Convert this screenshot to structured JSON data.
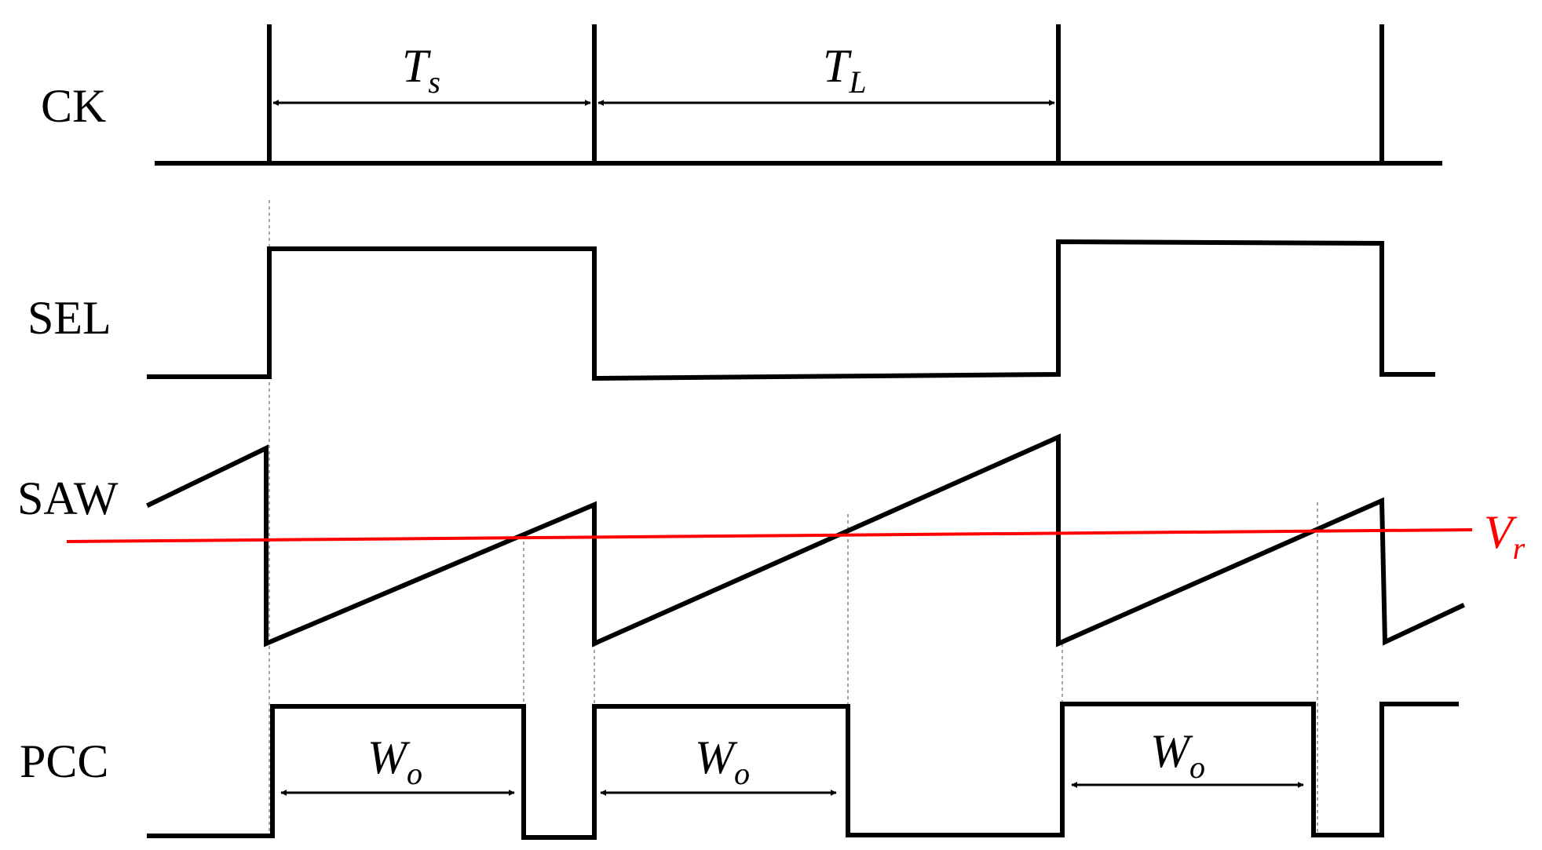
{
  "signals": {
    "ck": "CK",
    "sel": "SEL",
    "saw": "SAW",
    "pcc": "PCC"
  },
  "annotations": {
    "ts": {
      "main": "T",
      "sub": "s"
    },
    "tl": {
      "main": "T",
      "sub": "L"
    },
    "wo": {
      "main": "W",
      "sub": "o"
    },
    "vr": {
      "main": "V",
      "sub": "r"
    }
  },
  "colors": {
    "waveform": "#000000",
    "reference_line": "#ff0000"
  }
}
